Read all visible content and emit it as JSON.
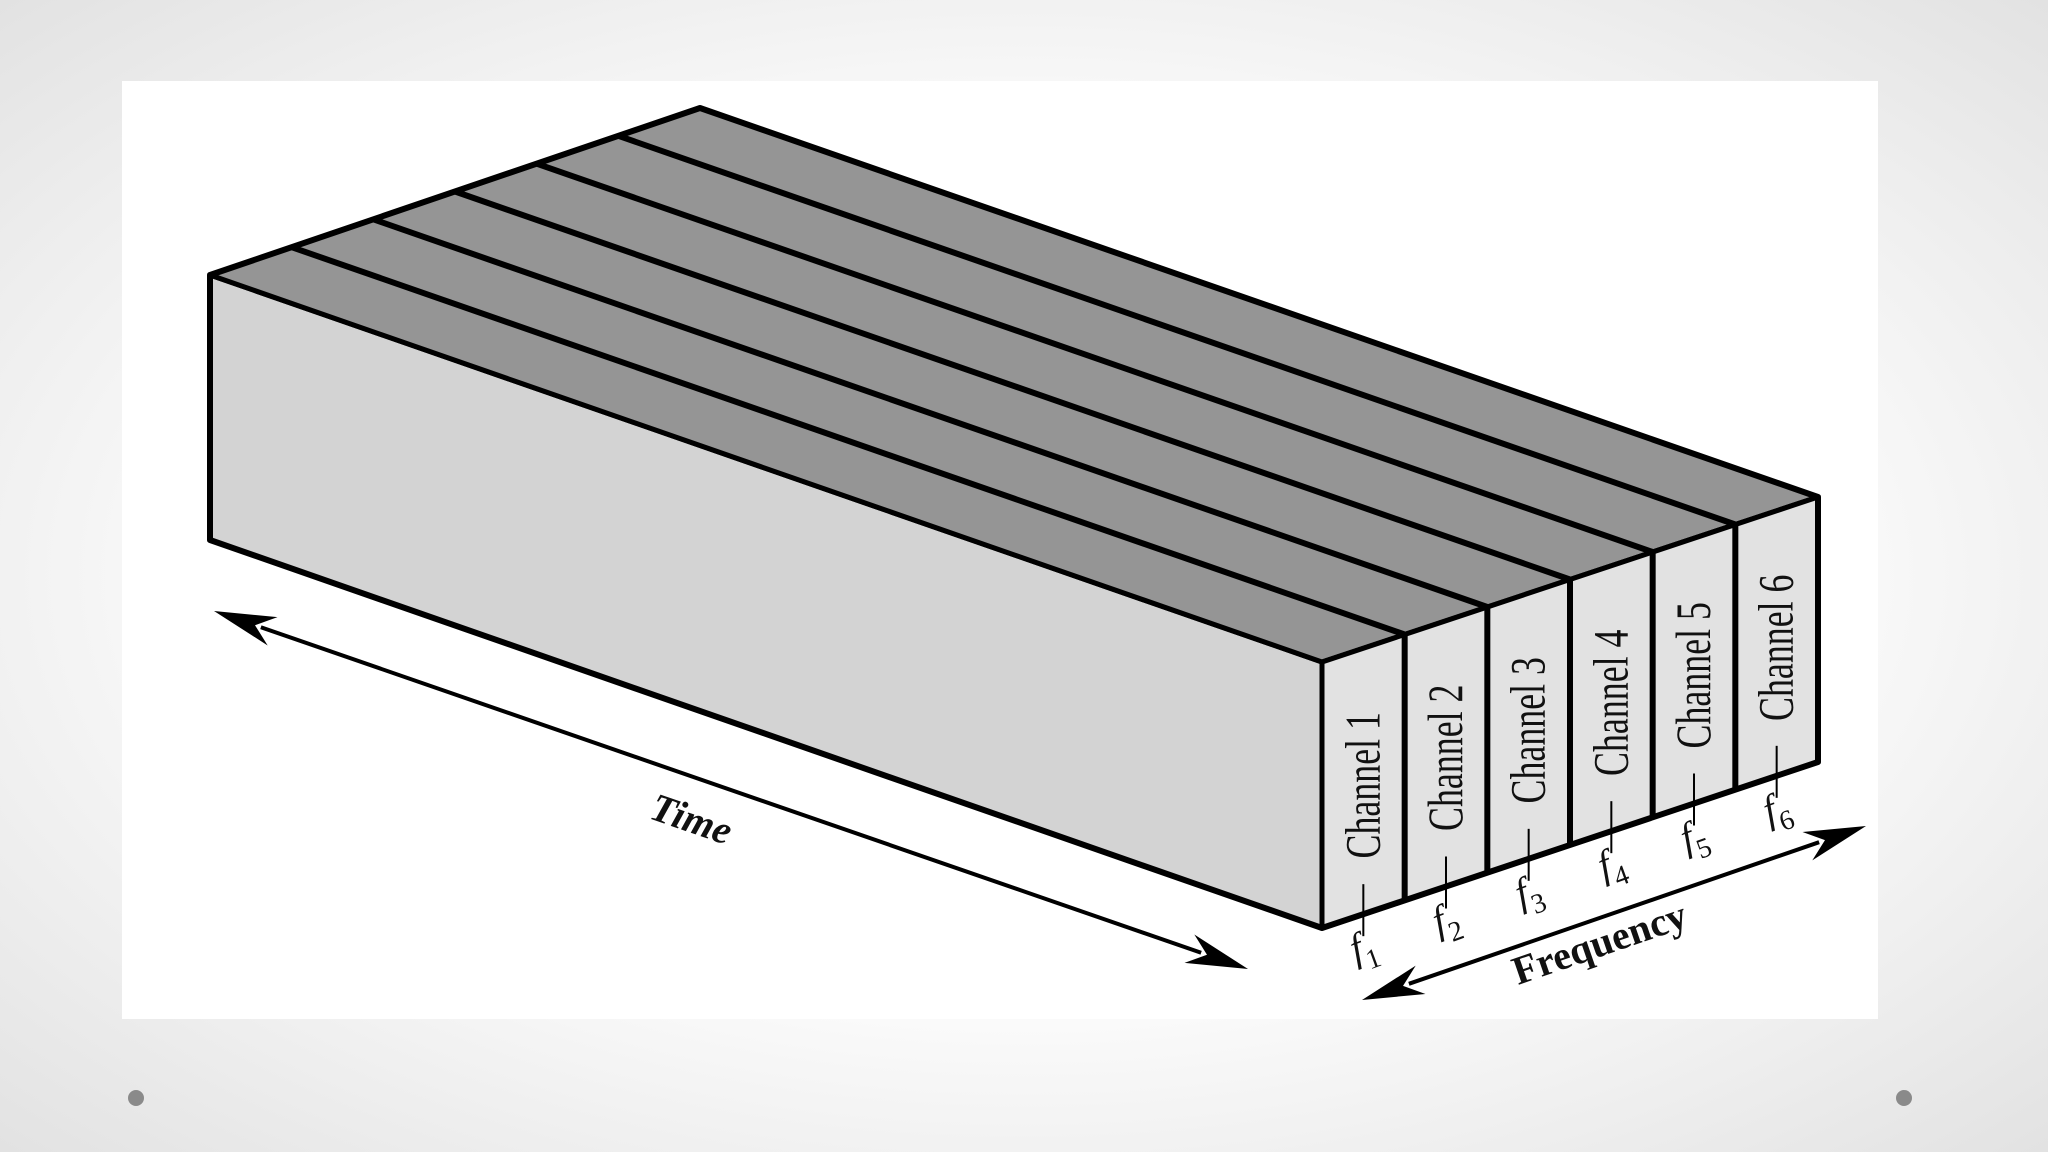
{
  "diagram": {
    "time_label": "Time",
    "frequency_label": "Frequency",
    "channels": [
      {
        "name": "Channel 1",
        "freq_symbol": "f",
        "freq_index": "1"
      },
      {
        "name": "Channel 2",
        "freq_symbol": "f",
        "freq_index": "2"
      },
      {
        "name": "Channel 3",
        "freq_symbol": "f",
        "freq_index": "3"
      },
      {
        "name": "Channel 4",
        "freq_symbol": "f",
        "freq_index": "4"
      },
      {
        "name": "Channel 5",
        "freq_symbol": "f",
        "freq_index": "5"
      },
      {
        "name": "Channel 6",
        "freq_symbol": "f",
        "freq_index": "6"
      }
    ],
    "colors": {
      "top_face": "#959595",
      "side_face": "#d3d3d3",
      "front_face": "#e2e2e2",
      "outline": "#000000"
    }
  }
}
